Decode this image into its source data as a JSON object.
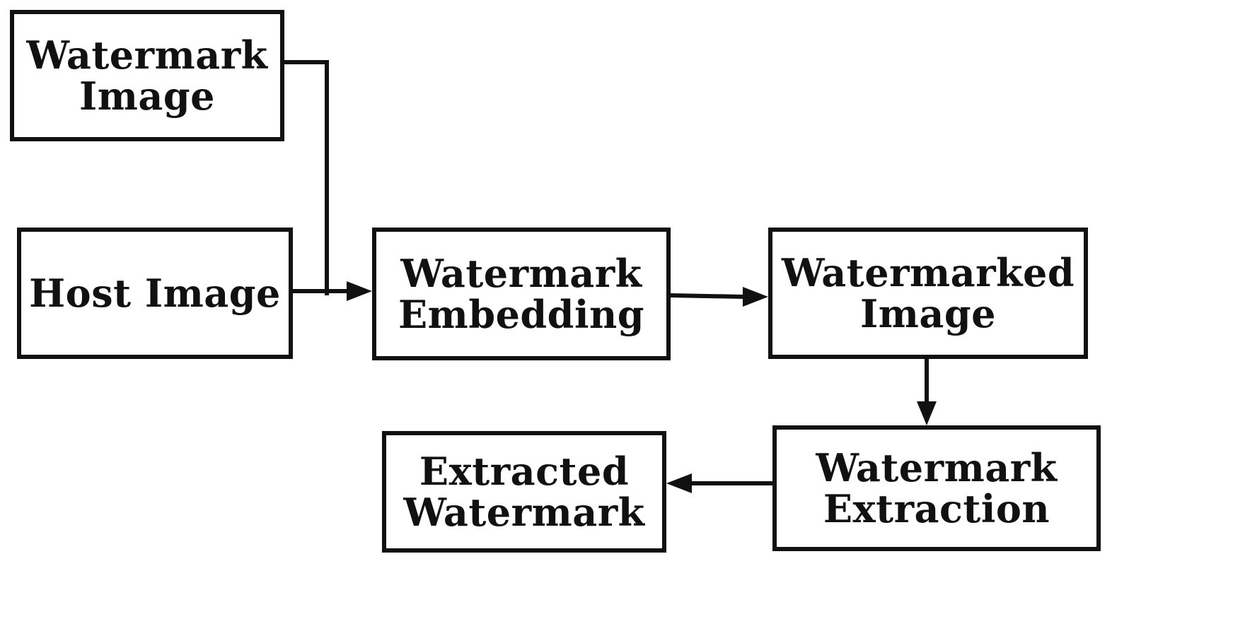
{
  "nodes": {
    "watermark_image": {
      "line1": "Watermark",
      "line2": "Image"
    },
    "host_image": {
      "line1": "Host Image"
    },
    "watermark_embedding": {
      "line1": "Watermark",
      "line2": "Embedding"
    },
    "watermarked_image": {
      "line1": "Watermarked",
      "line2": "Image"
    },
    "watermark_extraction": {
      "line1": "Watermark",
      "line2": "Extraction"
    },
    "extracted_watermark": {
      "line1": "Extracted",
      "line2": "Watermark"
    }
  },
  "edges": [
    {
      "from": "watermark_image",
      "to": "watermark_embedding"
    },
    {
      "from": "host_image",
      "to": "watermark_embedding"
    },
    {
      "from": "watermark_embedding",
      "to": "watermarked_image"
    },
    {
      "from": "watermarked_image",
      "to": "watermark_extraction"
    },
    {
      "from": "watermark_extraction",
      "to": "extracted_watermark"
    }
  ],
  "colors": {
    "stroke": "#111111",
    "background": "#ffffff"
  }
}
